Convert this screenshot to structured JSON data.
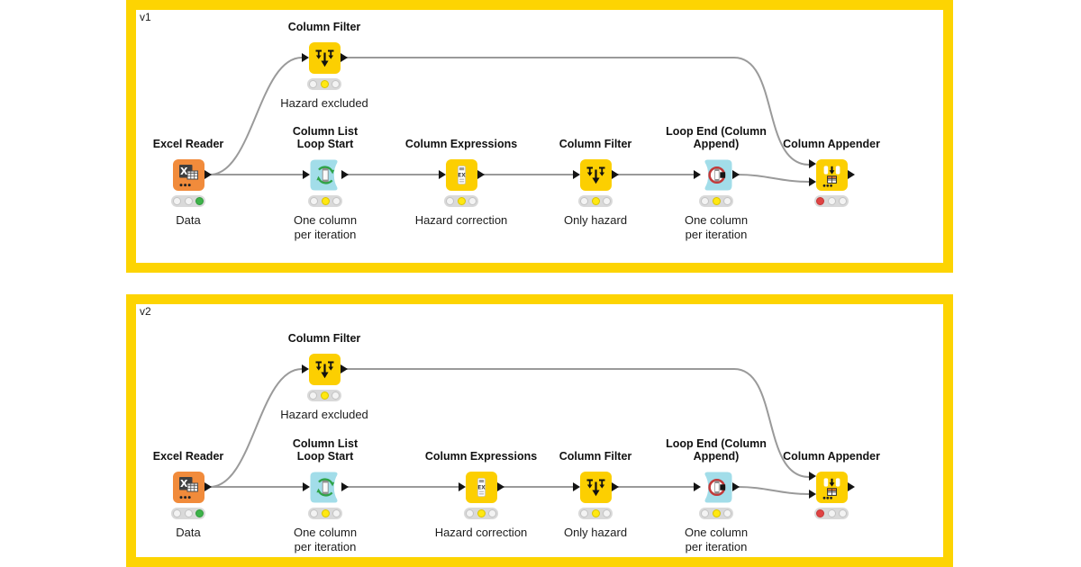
{
  "colors": {
    "frame": "#fdd402",
    "node-yellow": "#fccf01",
    "node-orange": "#f18b3b",
    "node-cyan": "#a2dde9",
    "wire": "#9a9a9a",
    "port": "#141414",
    "light-bg": "#d9d9d9",
    "light-off": "#f3f3f3",
    "light-yellow": "#ffe812",
    "light-green": "#3eb34a",
    "light-red": "#e04343"
  },
  "panels": [
    {
      "version_label": "v1",
      "nodes": {
        "excel": {
          "title": "Excel Reader",
          "label": "Data",
          "lights": [
            "off",
            "off",
            "green"
          ]
        },
        "filter_top": {
          "title": "Column Filter",
          "label": "Hazard excluded",
          "lights": [
            "off",
            "yellow",
            "off"
          ]
        },
        "loop_start": {
          "title": "Column List\nLoop Start",
          "label": "One column\nper iteration",
          "lights": [
            "off",
            "yellow",
            "off"
          ]
        },
        "expressions": {
          "title": "Column Expressions",
          "label": "Hazard correction",
          "lights": [
            "off",
            "yellow",
            "off"
          ]
        },
        "filter_mid": {
          "title": "Column Filter",
          "label": "Only hazard",
          "lights": [
            "off",
            "yellow",
            "off"
          ]
        },
        "loop_end": {
          "title": "Loop End (Column\nAppend)",
          "label": "One column\nper iteration",
          "lights": [
            "off",
            "yellow",
            "off"
          ]
        },
        "appender": {
          "title": "Column Appender",
          "label": "",
          "lights": [
            "red",
            "off",
            "off"
          ]
        }
      }
    },
    {
      "version_label": "v2",
      "nodes": {
        "excel": {
          "title": "Excel Reader",
          "label": "Data",
          "lights": [
            "off",
            "off",
            "green"
          ]
        },
        "filter_top": {
          "title": "Column Filter",
          "label": "Hazard excluded",
          "lights": [
            "off",
            "yellow",
            "off"
          ]
        },
        "loop_start": {
          "title": "Column List\nLoop Start",
          "label": "One column\nper iteration",
          "lights": [
            "off",
            "yellow",
            "off"
          ]
        },
        "expressions": {
          "title": "Column Expressions",
          "label": "Hazard correction",
          "lights": [
            "off",
            "yellow",
            "off"
          ]
        },
        "filter_mid": {
          "title": "Column Filter",
          "label": "Only hazard",
          "lights": [
            "off",
            "yellow",
            "off"
          ]
        },
        "loop_end": {
          "title": "Loop End (Column\nAppend)",
          "label": "One column\nper iteration",
          "lights": [
            "off",
            "yellow",
            "off"
          ]
        },
        "appender": {
          "title": "Column Appender",
          "label": "",
          "lights": [
            "red",
            "off",
            "off"
          ]
        }
      }
    }
  ]
}
